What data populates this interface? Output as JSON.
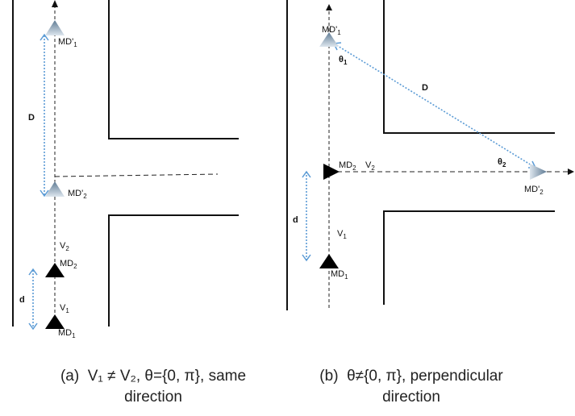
{
  "panel_a": {
    "labels": {
      "md1_prime": "MD'",
      "md2_prime": "MD'",
      "md2": "MD",
      "md1": "MD",
      "v2": "V",
      "v1": "V",
      "D": "D",
      "d": "d"
    },
    "subscripts": {
      "one": "1",
      "two": "2"
    },
    "caption": {
      "marker": "(a)",
      "line1": "V₁ ≠ V₂, θ={0, π}, same",
      "line2": "direction"
    }
  },
  "panel_b": {
    "labels": {
      "md1_prime": "MD'",
      "md2_prime": "MD'",
      "md2": "MD",
      "md1": "MD",
      "v2": "V",
      "v1": "V",
      "D": "D",
      "d": "d",
      "theta": "θ"
    },
    "subscripts": {
      "one": "1",
      "two": "2"
    },
    "caption": {
      "marker": "(b)",
      "line1": "θ≠{0, π}, perpendicular",
      "line2": "direction"
    }
  },
  "colors": {
    "road": "#111111",
    "dotted_distance": "#5b9bd5",
    "marker_dark": "#000000",
    "marker_faded": "#7f97ad"
  }
}
